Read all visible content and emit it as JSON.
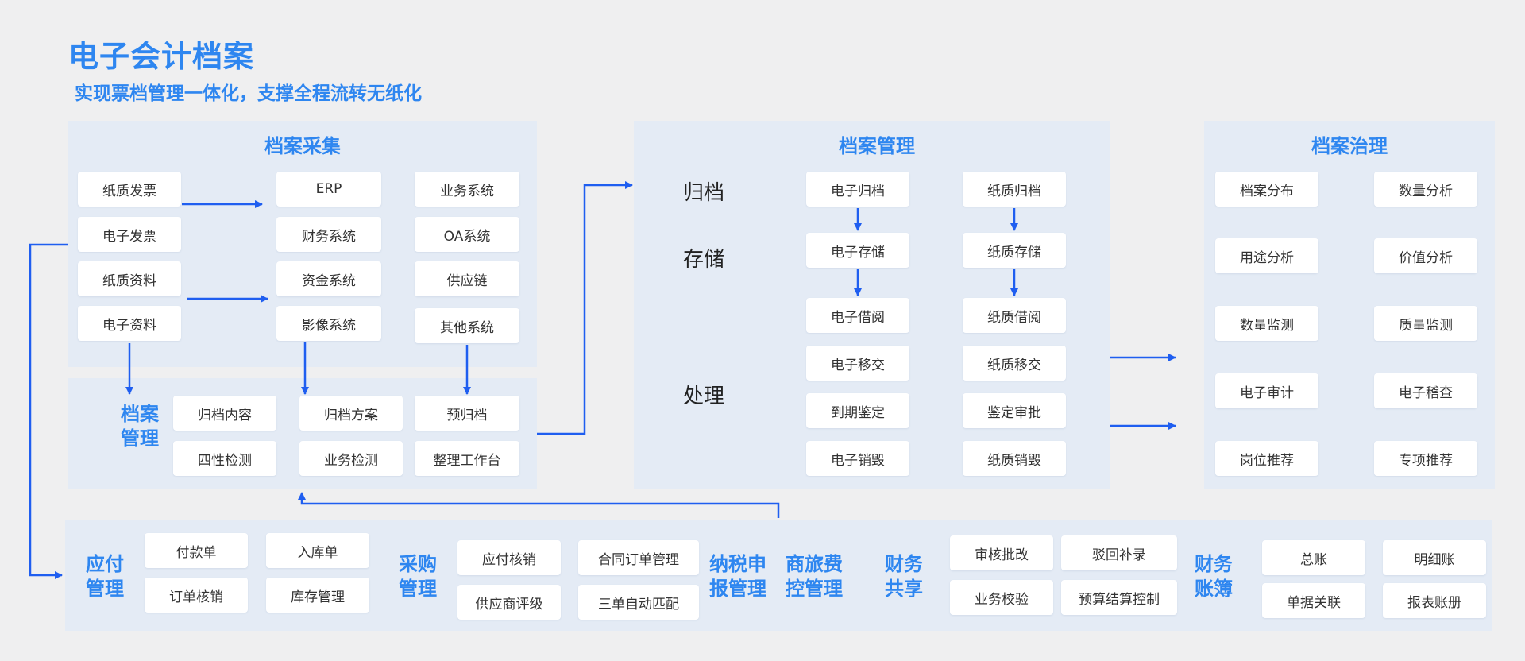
{
  "header": {
    "title": "电子会计档案",
    "subtitle": "实现票档管理一体化，支撑全程流转无纸化"
  },
  "collection": {
    "title": "档案采集",
    "sources": [
      "纸质发票",
      "电子发票",
      "纸质资料",
      "电子资料"
    ],
    "systems_a": [
      "ERP",
      "财务系统",
      "资金系统",
      "影像系统"
    ],
    "systems_b": [
      "业务系统",
      "OA系统",
      "供应链",
      "其他系统"
    ],
    "mgmt_label": "档案\n管理",
    "mgmt_row1": [
      "归档内容",
      "归档方案",
      "预归档"
    ],
    "mgmt_row2": [
      "四性检测",
      "业务检测",
      "整理工作台"
    ]
  },
  "management": {
    "title": "档案管理",
    "stages": [
      "归档",
      "存储",
      "处理"
    ],
    "electronic": [
      "电子归档",
      "电子存储",
      "电子借阅",
      "电子移交",
      "到期鉴定",
      "电子销毁"
    ],
    "paper": [
      "纸质归档",
      "纸质存储",
      "纸质借阅",
      "纸质移交",
      "鉴定审批",
      "纸质销毁"
    ]
  },
  "governance": {
    "title": "档案治理",
    "left": [
      "档案分布",
      "用途分析",
      "数量监测",
      "电子审计",
      "岗位推荐"
    ],
    "right": [
      "数量分析",
      "价值分析",
      "质量监测",
      "电子稽查",
      "专项推荐"
    ]
  },
  "bottom": {
    "payable_label": "应付\n管理",
    "payable_row1": [
      "付款单",
      "入库单"
    ],
    "payable_row2": [
      "订单核销",
      "库存管理"
    ],
    "purchase_label": "采购\n管理",
    "purchase_row1": [
      "应付核销",
      "合同订单管理"
    ],
    "purchase_row2": [
      "供应商评级",
      "三单自动匹配"
    ],
    "tax_label": "纳税申\n报管理",
    "travel_label": "商旅费\n控管理",
    "share_label": "财务\n共享",
    "share_row1": [
      "审核批改",
      "驳回补录"
    ],
    "share_row2": [
      "业务校验",
      "预算结算控制"
    ],
    "ledger_label": "财务\n账簿",
    "ledger_row1": [
      "总账",
      "明细账"
    ],
    "ledger_row2": [
      "单据关联",
      "报表账册"
    ]
  },
  "colors": {
    "accent": "#2e86f0",
    "arrow": "#1f5ef0",
    "panel": "#e4ebf5",
    "background": "#efeff0"
  }
}
